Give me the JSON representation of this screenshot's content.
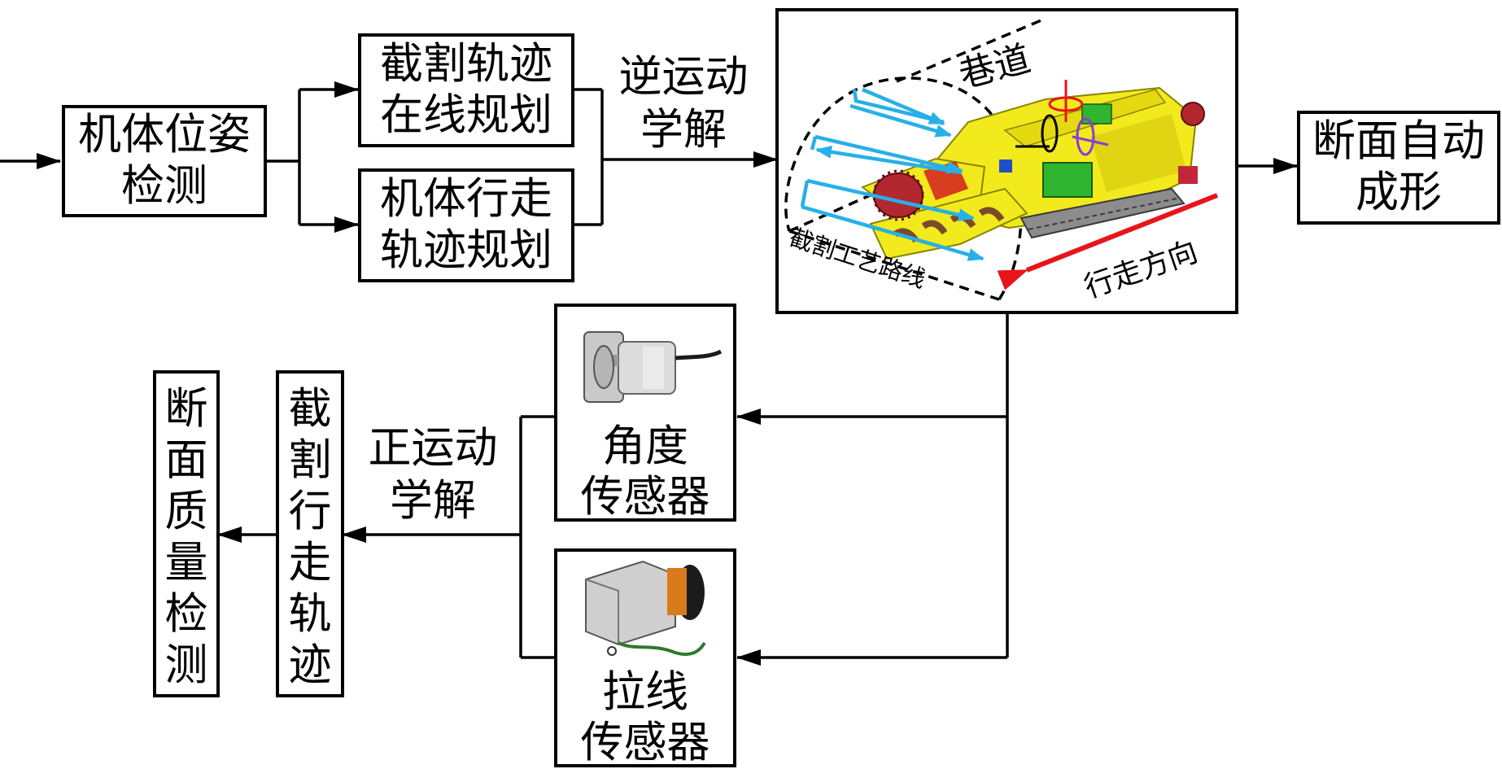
{
  "blocks": {
    "pose": [
      "机体位姿",
      "检测"
    ],
    "cut_plan": [
      "截割轨迹",
      "在线规划"
    ],
    "walk_plan": [
      "机体行走",
      "轨迹规划"
    ],
    "inverse": [
      "逆运动",
      "学解"
    ],
    "auto_form": [
      "断面自动",
      "成形"
    ],
    "angle_sensor": [
      "角度",
      "传感器"
    ],
    "wire_sensor": [
      "拉线",
      "传感器"
    ],
    "forward": [
      "正运动",
      "学解"
    ],
    "cut_track": [
      "截",
      "割",
      "行",
      "走",
      "轨",
      "迹"
    ],
    "quality": [
      "断",
      "面",
      "质",
      "量",
      "检",
      "测"
    ]
  },
  "scene": {
    "roadway": "巷道",
    "cut_route": "截割工艺路线",
    "walk_dir": "行走方向"
  },
  "colors": {
    "machine_body": "#f2ea1c",
    "cut_path": "#27b0e8",
    "walk_arrow": "#e8141b",
    "cutter_head": "#b3272f",
    "motor": "#2fb52f"
  }
}
